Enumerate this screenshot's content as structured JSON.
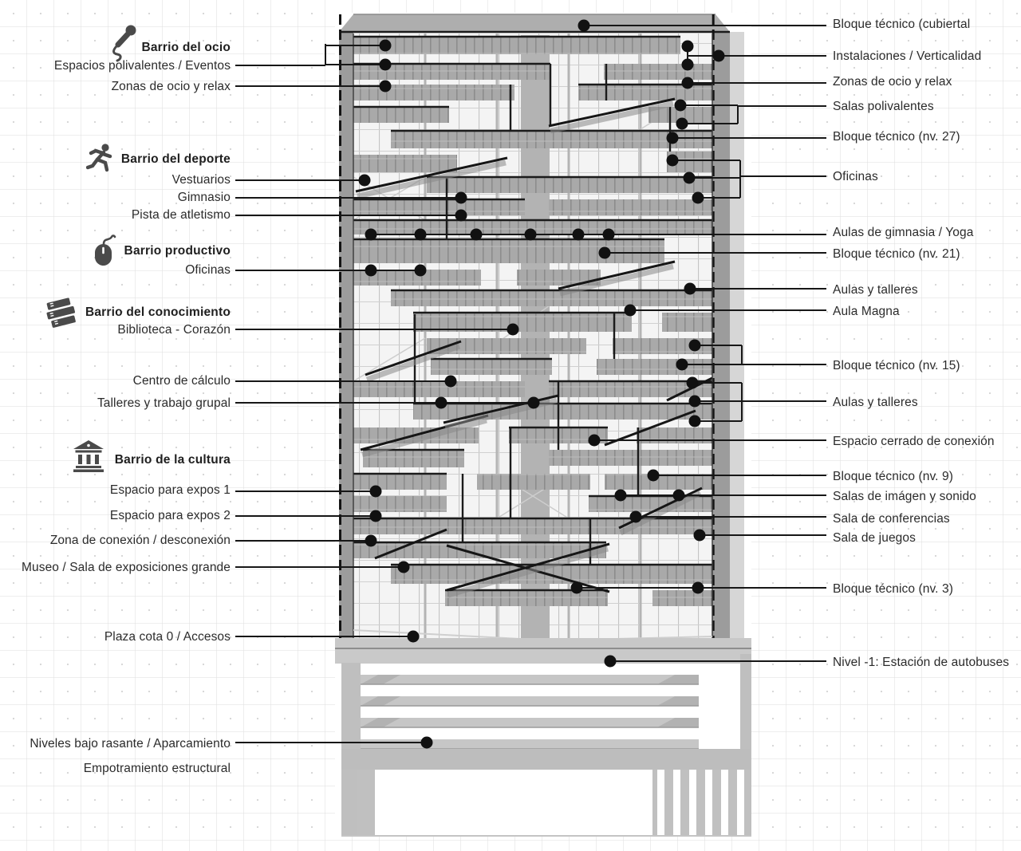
{
  "diagram_type": "architectural-section-program-diagram",
  "colors": {
    "leader_line": "#171717",
    "dot": "#111111",
    "text": "#2b2b2b",
    "slab_gray": "#a9a9a9",
    "background_grid": "#dedede"
  },
  "legend_left": {
    "groups": [
      {
        "icon": "microphone-icon",
        "title": "Barrio del ocio"
      },
      {
        "icon": "runner-icon",
        "title": "Barrio del deporte"
      },
      {
        "icon": "mouse-icon",
        "title": "Barrio productivo"
      },
      {
        "icon": "books-icon",
        "title": "Barrio del conocimiento"
      },
      {
        "icon": "museum-icon",
        "title": "Barrio de la cultura"
      }
    ],
    "items": [
      "Espacios polivalentes / Eventos",
      "Zonas de ocio y relax",
      "Vestuarios",
      "Gimnasio",
      "Pista de atletismo",
      "Oficinas",
      "Biblioteca - Corazón",
      "Centro de cálculo",
      "Talleres y trabajo grupal",
      "Espacio para expos 1",
      "Espacio para expos 2",
      "Zona de conexión / desconexión",
      "Museo / Sala de exposiciones grande",
      "Plaza cota 0 / Accesos",
      "Niveles bajo rasante / Aparcamiento",
      "Empotramiento estructural"
    ]
  },
  "legend_right": {
    "items": [
      "Bloque técnico (cubiertal",
      "Instalaciones / Verticalidad",
      "Zonas de ocio y relax",
      "Salas polivalentes",
      "Bloque técnico (nv. 27)",
      "Oficinas",
      "Aulas de gimnasia / Yoga",
      "Bloque técnico (nv. 21)",
      "Aulas y talleres",
      "Aula Magna",
      "Bloque técnico (nv. 15)",
      "Aulas y talleres",
      "Espacio cerrado de conexión",
      "Bloque técnico (nv. 9)",
      "Salas de imágen y sonido",
      "Sala de conferencias",
      "Sala de juegos",
      "Bloque técnico (nv. 3)",
      "Nivel -1: Estación de autobuses"
    ]
  }
}
